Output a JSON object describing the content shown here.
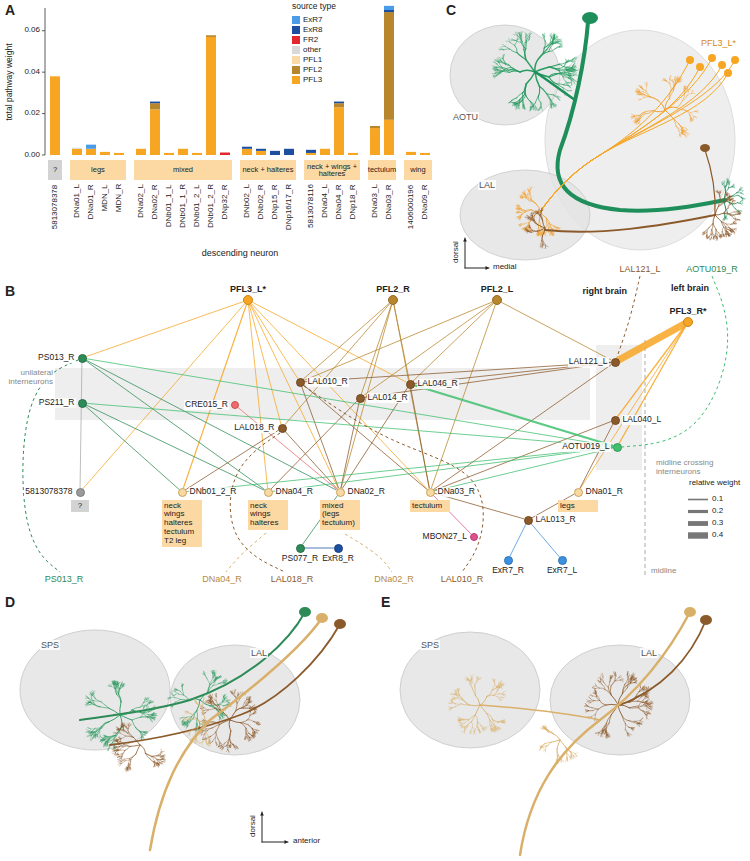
{
  "diagram": {
    "nodes": [
      {
        "text": [
          "PFL3_L*"
        ]
      },
      {
        "text": [
          "PFL2_R"
        ]
      },
      {
        "text": [
          "PFL2_L"
        ]
      },
      {
        "text": [
          "PFL3_R*"
        ]
      },
      {
        "text": [
          "PS013_R"
        ]
      },
      {
        "text": [
          "PS211_R"
        ]
      },
      {
        "text": [
          "LAL010_R"
        ]
      },
      {
        "text": [
          "LAL014_R"
        ]
      },
      {
        "text": [
          "LAL046_R"
        ]
      },
      {
        "text": [
          "LAL121_L"
        ]
      },
      {
        "text": [
          "CRE015_R"
        ]
      },
      {
        "text": [
          "LAL018_R"
        ]
      },
      {
        "text": [
          "LAL040_L"
        ]
      },
      {
        "text": [
          "AOTU019_L"
        ]
      },
      {
        "text": [
          "5813078378",
          "?"
        ]
      },
      {
        "text": [
          "DNb01_2_R",
          "neck wings halteres tectulum T2 leg"
        ]
      },
      {
        "text": [
          "DNa04_R",
          "neck wings halteres"
        ]
      },
      {
        "text": [
          "DNa02_R",
          "mixed (legs tectulum)"
        ]
      },
      {
        "text": [
          "DNa03_R",
          "tectulum"
        ]
      },
      {
        "text": [
          "DNa01_R",
          "legs"
        ]
      },
      {
        "text": [
          "MBON27_L"
        ]
      },
      {
        "text": [
          "LAL013_R"
        ]
      },
      {
        "text": [
          "PS077_R"
        ]
      },
      {
        "text": [
          "ExR8_R"
        ]
      },
      {
        "text": [
          "ExR7_R"
        ]
      },
      {
        "text": [
          "ExR7_L"
        ]
      }
    ],
    "edges": [
      {
        "from": 0,
        "to": 4,
        "arrow": "none"
      },
      {
        "from": 0,
        "to": 14,
        "arrow": "none"
      },
      {
        "from": 0,
        "to": 15,
        "arrow": "none"
      },
      {
        "from": 0,
        "to": 16,
        "arrow": "none"
      },
      {
        "from": 0,
        "to": 11,
        "arrow": "none"
      },
      {
        "from": 0,
        "to": 6,
        "arrow": "none"
      },
      {
        "from": 0,
        "to": 8,
        "arrow": "none"
      },
      {
        "from": 0,
        "to": 17,
        "arrow": "none"
      },
      {
        "from": 0,
        "to": 18,
        "arrow": "none"
      },
      {
        "from": 1,
        "to": 6,
        "arrow": "none"
      },
      {
        "from": 1,
        "to": 7,
        "arrow": "none"
      },
      {
        "from": 1,
        "to": 8,
        "arrow": "none"
      },
      {
        "from": 1,
        "to": 11,
        "arrow": "none"
      },
      {
        "from": 1,
        "to": 18,
        "arrow": "none"
      },
      {
        "from": 1,
        "to": 17,
        "arrow": "none"
      },
      {
        "from": 2,
        "to": 6,
        "arrow": "none"
      },
      {
        "from": 2,
        "to": 7,
        "arrow": "none"
      },
      {
        "from": 2,
        "to": 8,
        "arrow": "none"
      },
      {
        "from": 2,
        "to": 9,
        "arrow": "none"
      },
      {
        "from": 2,
        "to": 18,
        "arrow": "none"
      },
      {
        "from": 3,
        "to": 9,
        "arrow": "none"
      },
      {
        "from": 3,
        "to": 12,
        "arrow": "none"
      },
      {
        "from": 3,
        "to": 13,
        "arrow": "none"
      },
      {
        "from": 3,
        "to": 19,
        "arrow": "none"
      },
      {
        "from": 4,
        "to": 14,
        "arrow": "none"
      },
      {
        "from": 4,
        "to": 16,
        "arrow": "none"
      },
      {
        "from": 4,
        "to": 17,
        "arrow": "none"
      },
      {
        "from": 5,
        "to": 15,
        "arrow": "none"
      },
      {
        "from": 5,
        "to": 16,
        "arrow": "none"
      },
      {
        "from": 6,
        "to": 17,
        "arrow": "none"
      },
      {
        "from": 6,
        "to": 18,
        "arrow": "none"
      },
      {
        "from": 7,
        "to": 16,
        "arrow": "none"
      },
      {
        "from": 7,
        "to": 17,
        "arrow": "none"
      },
      {
        "from": 8,
        "to": 18,
        "arrow": "none"
      },
      {
        "from": 8,
        "to": 17,
        "arrow": "none"
      },
      {
        "from": 9,
        "to": 6,
        "arrow": "none"
      },
      {
        "from": 9,
        "to": 8,
        "arrow": "none"
      },
      {
        "from": 9,
        "to": 7,
        "arrow": "none"
      },
      {
        "from": 9,
        "to": 18,
        "arrow": "none"
      },
      {
        "from": 10,
        "to": 17,
        "arrow": "none"
      },
      {
        "from": 11,
        "to": 15,
        "arrow": "none"
      },
      {
        "from": 11,
        "to": 17,
        "arrow": "none"
      },
      {
        "from": 12,
        "to": 18,
        "arrow": "none"
      },
      {
        "from": 12,
        "to": 19,
        "arrow": "none"
      },
      {
        "from": 13,
        "to": 8,
        "arrow": "none"
      },
      {
        "from": 13,
        "to": 4,
        "arrow": "none"
      },
      {
        "from": 13,
        "to": 5,
        "arrow": "none"
      },
      {
        "from": 13,
        "to": 16,
        "arrow": "none"
      },
      {
        "from": 13,
        "to": 15,
        "arrow": "none"
      },
      {
        "from": 13,
        "to": 18,
        "arrow": "none"
      },
      {
        "from": 20,
        "to": 18,
        "arrow": "none"
      },
      {
        "from": 21,
        "to": 19,
        "arrow": "none"
      },
      {
        "from": 21,
        "to": 18,
        "arrow": "none"
      },
      {
        "from": 22,
        "to": 17,
        "arrow": "none"
      },
      {
        "from": 23,
        "to": 22,
        "arrow": "none"
      },
      {
        "from": 24,
        "to": 21,
        "arrow": "none"
      },
      {
        "from": 25,
        "to": 21,
        "arrow": "none"
      }
    ],
    "labels": [
      "A",
      "total pathway weight",
      "0.00",
      "0.02",
      "0.04",
      "0.06",
      "source type",
      "?",
      "legs",
      "mixed",
      "neck + halteres",
      "neck + wings + halteres",
      "tectulum",
      "wing",
      "5813078378",
      "DNa01_L",
      "DNa01_R",
      "MDN_L",
      "MDN_R",
      "DNa02_L",
      "DNa02_R",
      "DNb01_1_L",
      "DNb01_1_R",
      "DNb01_2_L",
      "DNb01_2_R",
      "DNp32_R",
      "DNb02_L",
      "DNb02_R",
      "DNp15_R",
      "DNp16/17_R",
      "5813078116",
      "DNa04_L",
      "DNa04_R",
      "DNp18_R",
      "DNa03_L",
      "DNa03_R",
      "1406000196",
      "DNa09_R",
      "descending neuron",
      "B",
      "right brain",
      "left brain",
      "midline",
      "unilateral interneurons",
      "midline crossing interneurons",
      "relative weight",
      "C",
      "AOTU",
      "LAL",
      "PFL3_L*",
      "LAL121_L",
      "AOTU019_R",
      "dorsal",
      "medial",
      "PS013_R",
      "DNa04_R",
      "LAL018_R",
      "DNa02_R",
      "LAL010_R",
      "D",
      "SPS",
      "LAL",
      "dorsal",
      "anterior",
      "E",
      "SPS",
      "LAL"
    ],
    "legend": [
      {
        "text": "ExR7",
        "color": "#4a9be8"
      },
      {
        "text": "ExR8",
        "color": "#1c4fa0"
      },
      {
        "text": "FR2",
        "color": "#e4262f"
      },
      {
        "text": "other",
        "color": "#d9d9d9"
      },
      {
        "text": "PFL1",
        "color": "#f9dba8"
      },
      {
        "text": "PFL2",
        "color": "#b8862c"
      },
      {
        "text": "PFL3",
        "color": "#f7a623"
      },
      {
        "text": "0.1"
      },
      {
        "text": "0.2"
      },
      {
        "text": "0.3"
      },
      {
        "text": "0.4"
      }
    ]
  }
}
